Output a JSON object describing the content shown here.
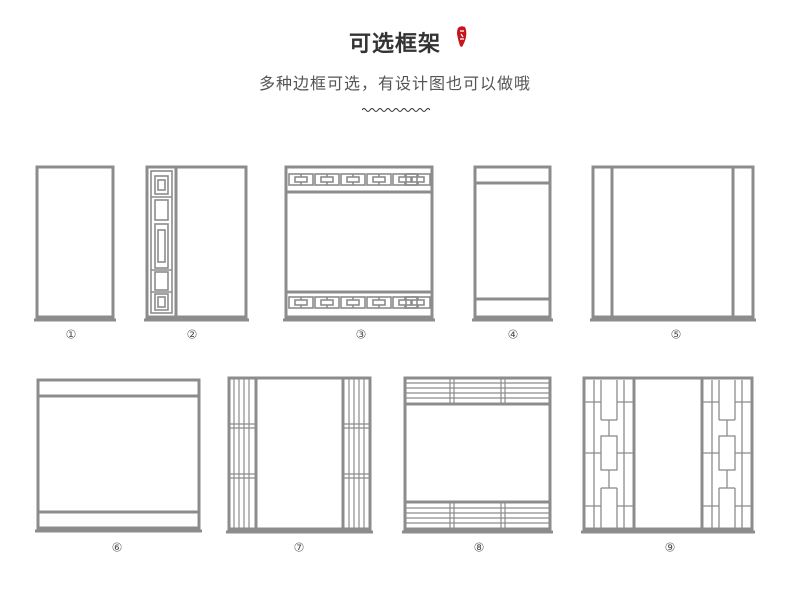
{
  "header": {
    "title": "可选框架",
    "subtitle": "多种边框可选，有设计图也可以做哦"
  },
  "frames": [
    {
      "label": "①",
      "icon": "plain-narrow-frame-icon"
    },
    {
      "label": "②",
      "icon": "lattice-side-panel-frame-icon"
    },
    {
      "label": "③",
      "icon": "lattice-top-bottom-frame-icon"
    },
    {
      "label": "④",
      "icon": "top-bottom-rail-frame-icon"
    },
    {
      "label": "⑤",
      "icon": "side-stiles-frame-icon"
    },
    {
      "label": "⑥",
      "icon": "top-bottom-band-frame-icon"
    },
    {
      "label": "⑦",
      "icon": "vertical-slat-sides-frame-icon"
    },
    {
      "label": "⑧",
      "icon": "horizontal-slat-top-bottom-frame-icon"
    },
    {
      "label": "⑨",
      "icon": "fretwork-sides-frame-icon"
    }
  ],
  "colors": {
    "frame": "#8c8c8c",
    "title": "#333333",
    "subtitle": "#555555",
    "seal": "#c4161c"
  }
}
